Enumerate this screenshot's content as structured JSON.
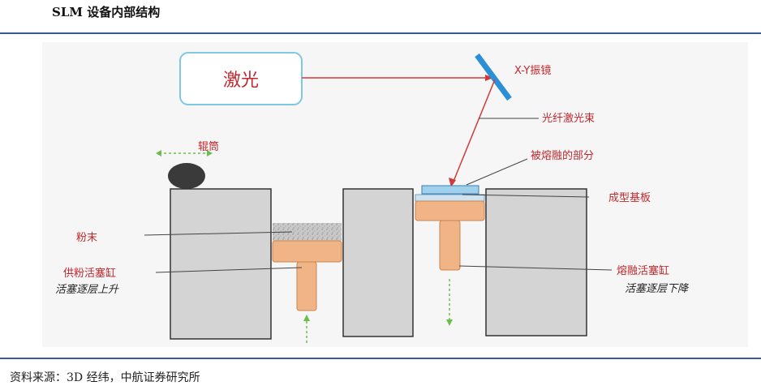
{
  "header": {
    "title": "SLM 设备内部结构"
  },
  "diagram": {
    "laser": "激光",
    "mirror": "X-Y振镜",
    "fiber_beam": "光纤激光束",
    "melted_part": "被熔融的部分",
    "roller": "辊筒",
    "substrate": "成型基板",
    "powder": "粉末",
    "supply_piston": "供粉活塞缸",
    "supply_motion": "活塞逐层上升",
    "build_piston": "熔融活塞缸",
    "build_motion": "活塞逐层下降"
  },
  "footer": {
    "source": "资料来源：3D 经纬，中航证券研究所"
  },
  "colors": {
    "laser_line": "#d23a3a",
    "piston": "#f0b487",
    "wall": "#d4d4d4",
    "accent_rule": "#3b5a9a"
  }
}
